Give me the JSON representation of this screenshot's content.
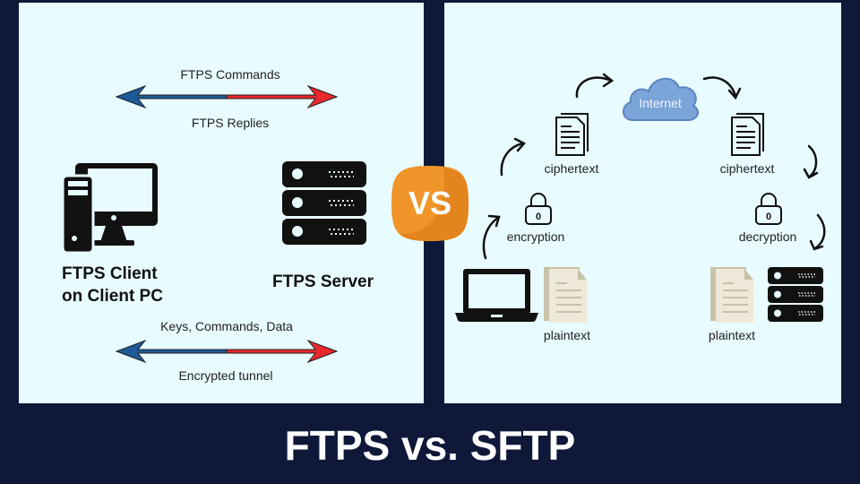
{
  "title": "FTPS vs. SFTP",
  "vs_badge": {
    "label": "VS",
    "color": "#f0952a"
  },
  "colors": {
    "background": "#10183a",
    "panel": "#e8fbff",
    "arrow_left": "#1d5a96",
    "arrow_right": "#e8282b"
  },
  "ftps_panel": {
    "top_arrow": {
      "above": "FTPS Commands",
      "below": "FTPS Replies"
    },
    "client": {
      "icon": "desktop-pc-icon",
      "label_line1": "FTPS Client",
      "label_line2": "on Client PC"
    },
    "server": {
      "icon": "server-rack-icon",
      "label": "FTPS Server"
    },
    "bottom_arrow": {
      "above": "Keys, Commands, Data",
      "below": "Encrypted tunnel"
    }
  },
  "sftp_panel": {
    "cloud": {
      "icon": "cloud-icon",
      "label": "Internet"
    },
    "left_ciphertext": {
      "icon": "document-icon",
      "label": "ciphertext"
    },
    "right_ciphertext": {
      "icon": "document-icon",
      "label": "ciphertext"
    },
    "encryption": {
      "icon": "lock-icon",
      "lock_digit": "0",
      "label": "encryption"
    },
    "decryption": {
      "icon": "lock-icon",
      "lock_digit": "0",
      "label": "decryption"
    },
    "left_plaintext": {
      "icon": "plain-document-icon",
      "label": "plaintext"
    },
    "right_plaintext": {
      "icon": "plain-document-icon",
      "label": "plaintext"
    },
    "client": {
      "icon": "laptop-icon"
    },
    "server": {
      "icon": "server-rack-icon"
    }
  }
}
